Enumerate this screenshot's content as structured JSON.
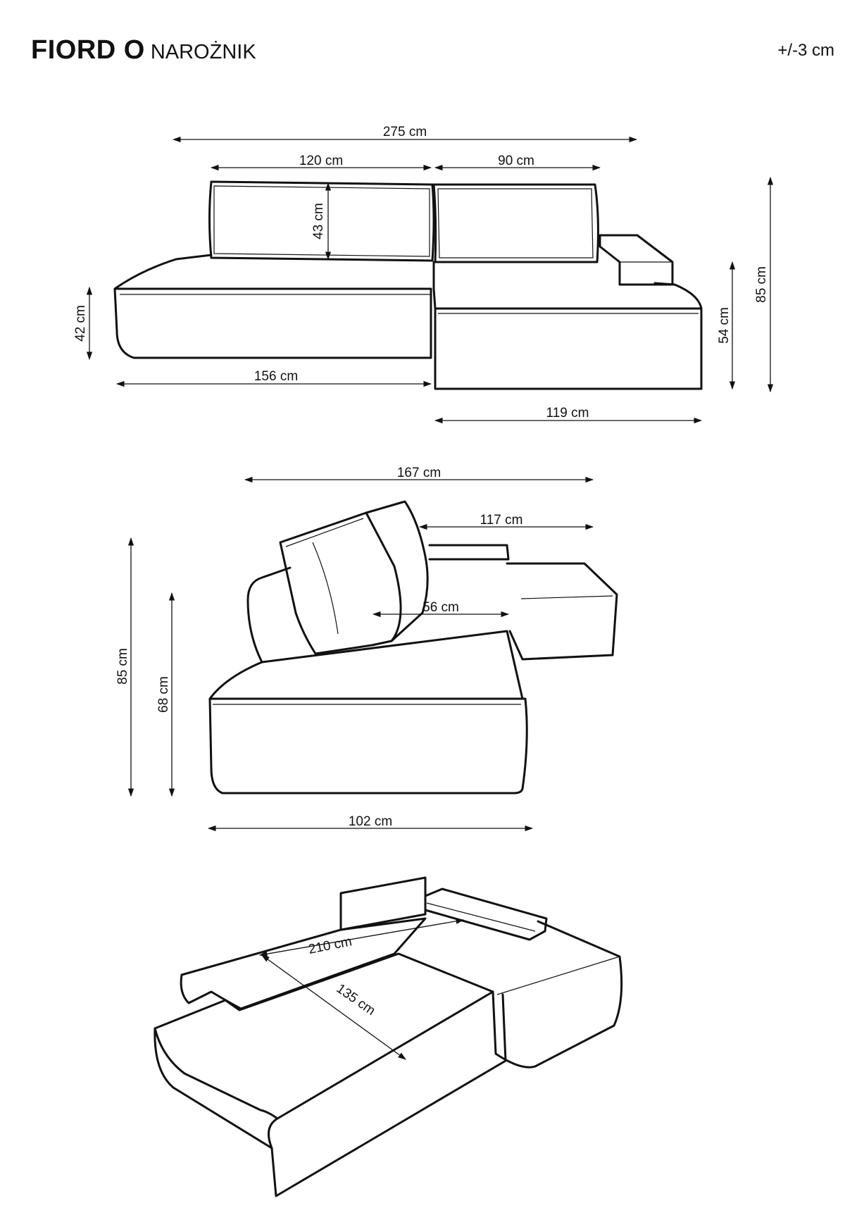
{
  "header": {
    "model": "FIORD O",
    "type": "NAROŻNIK",
    "tolerance": "+/-3 cm"
  },
  "front_view": {
    "total_width": "275 cm",
    "back_left_width": "120 cm",
    "back_right_width": "90 cm",
    "backrest_height": "43 cm",
    "seat_height": "42 cm",
    "left_section_width": "156 cm",
    "chaise_width": "119 cm",
    "armrest_height": "54 cm",
    "total_height": "85 cm"
  },
  "side_view": {
    "total_depth": "167 cm",
    "chaise_depth": "117 cm",
    "seat_depth": "56 cm",
    "total_height": "85 cm",
    "backrest_height": "68 cm",
    "section_width": "102 cm"
  },
  "bed_view": {
    "sleep_length": "210 cm",
    "sleep_width": "135 cm"
  }
}
